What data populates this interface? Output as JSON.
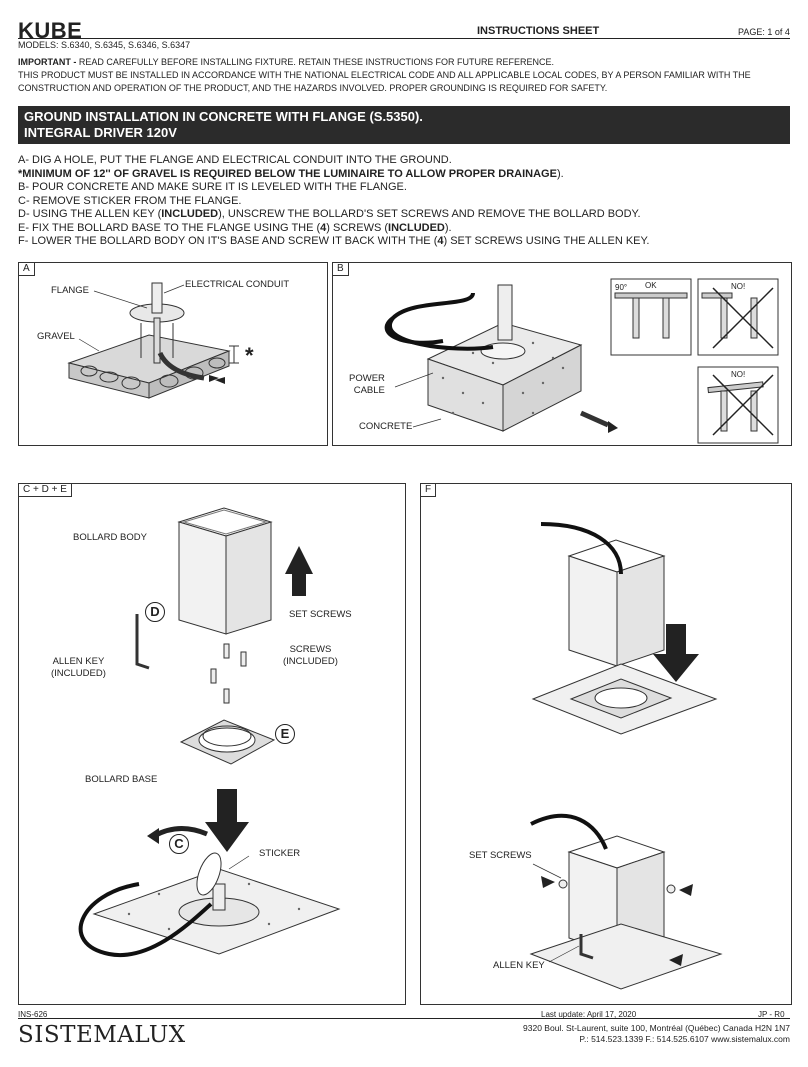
{
  "header": {
    "title": "KUBE",
    "models": "MODELS: S.6340, S.6345, S.6346, S.6347",
    "sheet_label": "INSTRUCTIONS SHEET",
    "page": "PAGE: 1 of 4"
  },
  "notice": {
    "important_label": "IMPORTANT -",
    "line1": " READ CAREFULLY BEFORE INSTALLING FIXTURE. RETAIN THESE INSTRUCTIONS FOR FUTURE REFERENCE.",
    "line2": "THIS PRODUCT MUST BE INSTALLED IN ACCORDANCE WITH THE NATIONAL ELECTRICAL CODE AND ALL APPLICABLE LOCAL CODES, BY A PERSON FAMILIAR WITH THE CONSTRUCTION AND OPERATION OF THE PRODUCT, AND THE HAZARDS INVOLVED. PROPER GROUNDING IS REQUIRED FOR SAFETY."
  },
  "banner": {
    "line1": "GROUND INSTALLATION IN CONCRETE WITH FLANGE (S.5350).",
    "line2": "INTEGRAL DRIVER 120V"
  },
  "steps": {
    "a": "A- DIG A HOLE, PUT THE FLANGE AND ELECTRICAL CONDUIT INTO THE GROUND.",
    "a_note_bold": "*MINIMUM OF 12'' OF GRAVEL IS REQUIRED BELOW THE LUMINAIRE TO ALLOW PROPER DRAINAGE",
    "a_note_end": ").",
    "b": "B- POUR CONCRETE AND MAKE SURE IT IS LEVELED WITH THE FLANGE.",
    "c": "C- REMOVE STICKER FROM THE FLANGE.",
    "d_pre": "D- USING THE ALLEN KEY (",
    "d_bold": "INCLUDED",
    "d_post": "), UNSCREW THE BOLLARD'S SET SCREWS AND REMOVE THE BOLLARD BODY.",
    "e_pre": "E- FIX THE BOLLARD BASE TO THE FLANGE USING THE (",
    "e_bold1": "4",
    "e_mid": ") SCREWS (",
    "e_bold2": "INCLUDED",
    "e_post": ").",
    "f_pre": "F- LOWER THE BOLLARD BODY ON IT'S BASE AND SCREW IT BACK WITH THE (",
    "f_bold": "4",
    "f_post": ") SET SCREWS USING THE ALLEN KEY."
  },
  "panels": {
    "a": {
      "tag": "A",
      "flange": "FLANGE",
      "conduit": "ELECTRICAL CONDUIT",
      "gravel": "GRAVEL",
      "asterisk": "*"
    },
    "b": {
      "tag": "B",
      "power_cable": "POWER\nCABLE",
      "concrete": "CONCRETE",
      "angle": "90°",
      "ok": "OK",
      "no1": "NO!",
      "no2": "NO!"
    },
    "cde": {
      "tag": "C + D + E",
      "bollard_body": "BOLLARD BODY",
      "set_screws": "SET SCREWS",
      "allen_key": "ALLEN KEY\n(INCLUDED)",
      "screws": "SCREWS\n(INCLUDED)",
      "bollard_base": "BOLLARD BASE",
      "sticker": "STICKER",
      "d": "D",
      "e": "E",
      "c": "C"
    },
    "f": {
      "tag": "F",
      "set_screws": "SET SCREWS",
      "allen_key": "ALLEN KEY"
    }
  },
  "footer": {
    "code": "INS-626",
    "updated": "Last update: April 17, 2020",
    "revision": "JP - R0",
    "logo": "SISTEMALUX",
    "address": "9320 Boul. St-Laurent, suite 100, Montréal (Québec) Canada H2N 1N7",
    "contact": "P.: 514.523.1339   F.: 514.525.6107  www.sistemalux.com"
  }
}
